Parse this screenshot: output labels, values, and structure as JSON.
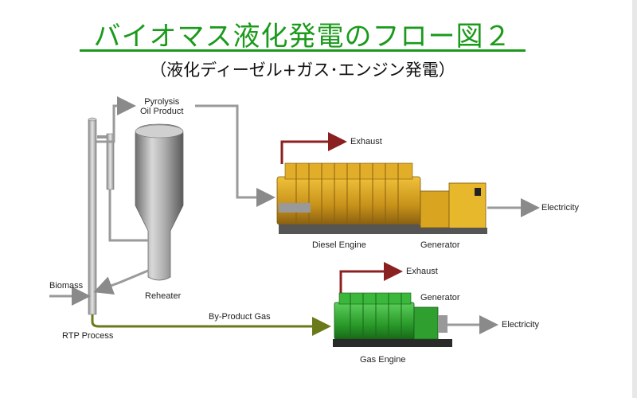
{
  "title": "バイオマス液化発電のフロー図２",
  "subtitle": "（液化ディーゼル+ガス･エンジン発電）",
  "labels": {
    "pyrolysis": "Pyrolysis\nOil Product",
    "exhaust_top": "Exhaust",
    "electricity_top": "Electricity",
    "diesel_engine": "Diesel Engine",
    "generator_top": "Generator",
    "biomass": "Biomass",
    "reheater": "Reheater",
    "by_product_gas": "By-Product Gas",
    "rtp_process": "RTP Process",
    "exhaust_bottom": "Exhaust",
    "generator_bottom": "Generator",
    "electricity_bottom": "Electricity",
    "gas_engine": "Gas Engine"
  },
  "colors": {
    "title": "#1b9a1b",
    "exhaust_pipe": "#8b2020",
    "gas_pipe": "#6a7a1a",
    "diesel_engine": "#d6a21a",
    "gas_engine": "#2faa2f",
    "vessel": "#9a9a9a"
  }
}
